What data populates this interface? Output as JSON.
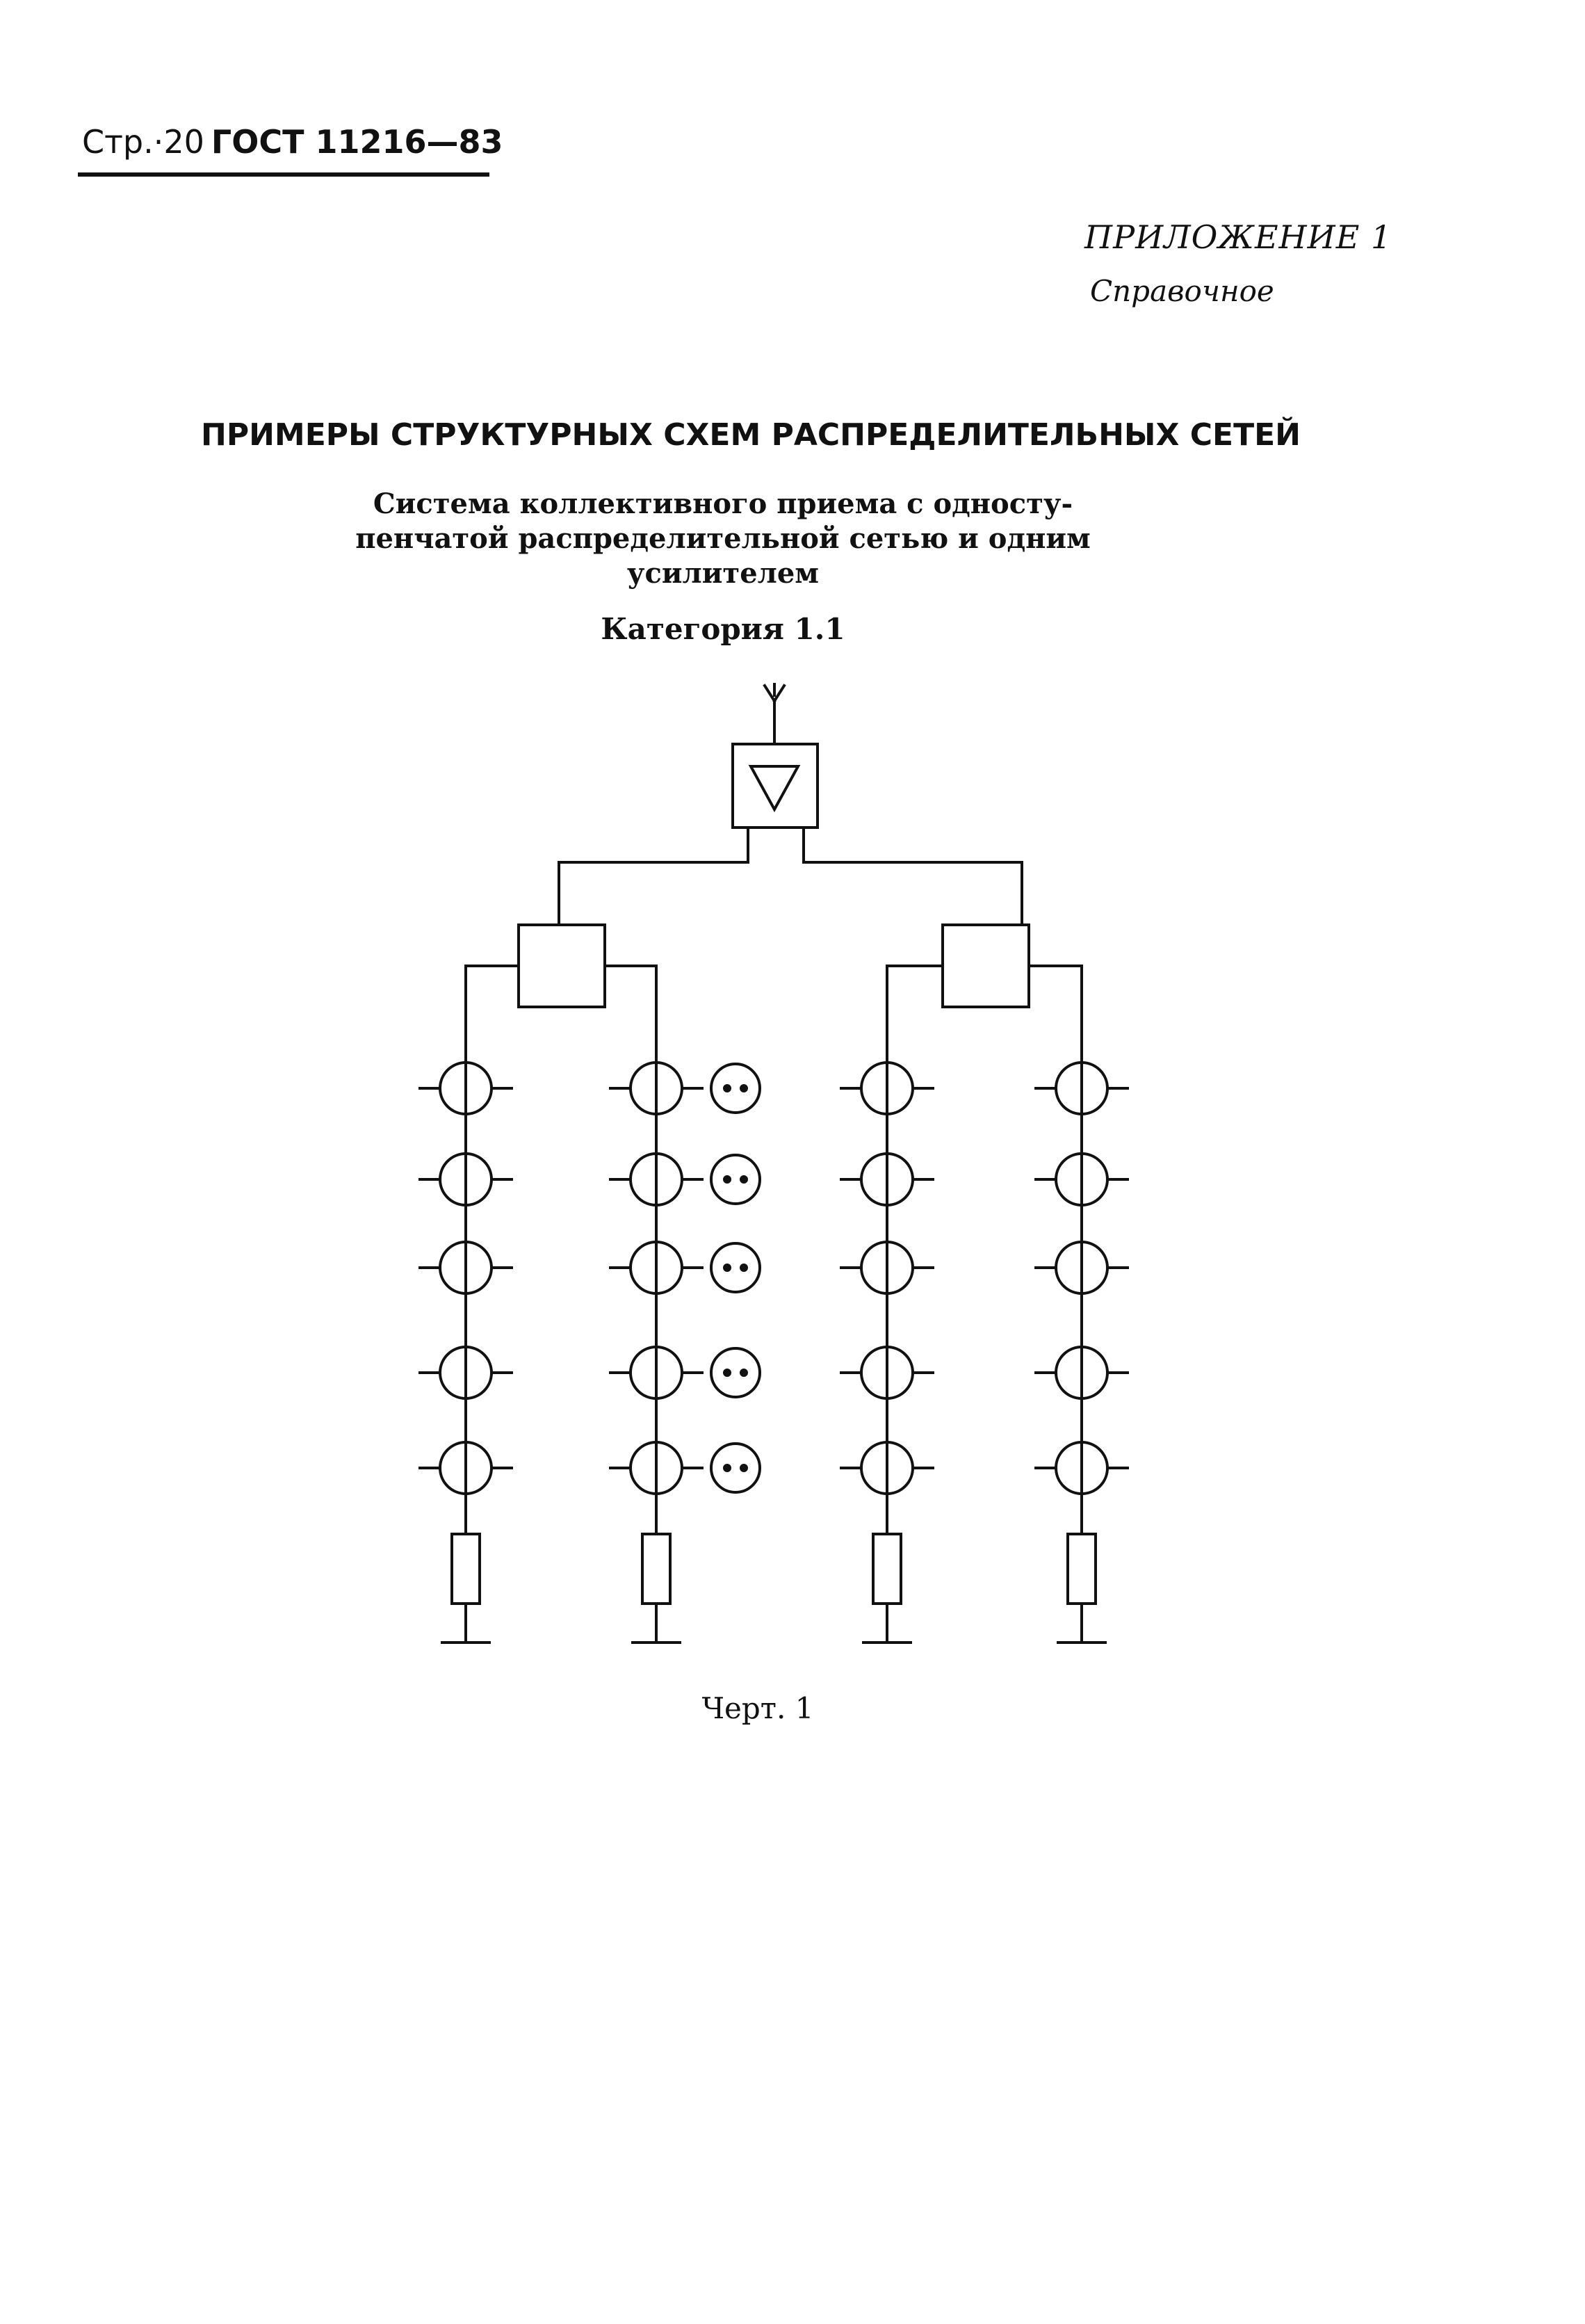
{
  "header": {
    "page_label": "Стр.·20",
    "doc_label": "ГОСТ 11216—83"
  },
  "appendix": {
    "title": "ПРИЛОЖЕНИЕ 1",
    "type": "Справочное"
  },
  "main_title": "ПРИМЕРЫ СТРУКТУРНЫХ СХЕМ РАСПРЕДЕЛИТЕЛЬНЫХ СЕТЕЙ",
  "subtitle": {
    "lines": [
      "Система коллективного приема с односту-",
      "пенчатой распределительной сетью и одним",
      "усилителем"
    ]
  },
  "category": "Категория 1.1",
  "caption": "Черт. 1",
  "diagram": {
    "amplifier_symbol": "▽",
    "branches": [
      {
        "splitter": "left-splitter",
        "lines": [
          {
            "taps": 5,
            "outlets": 0
          },
          {
            "taps": 5,
            "outlets": 5
          }
        ]
      },
      {
        "splitter": "right-splitter",
        "lines": [
          {
            "taps": 5,
            "outlets": 0
          },
          {
            "taps": 5,
            "outlets": 0
          }
        ]
      }
    ]
  }
}
